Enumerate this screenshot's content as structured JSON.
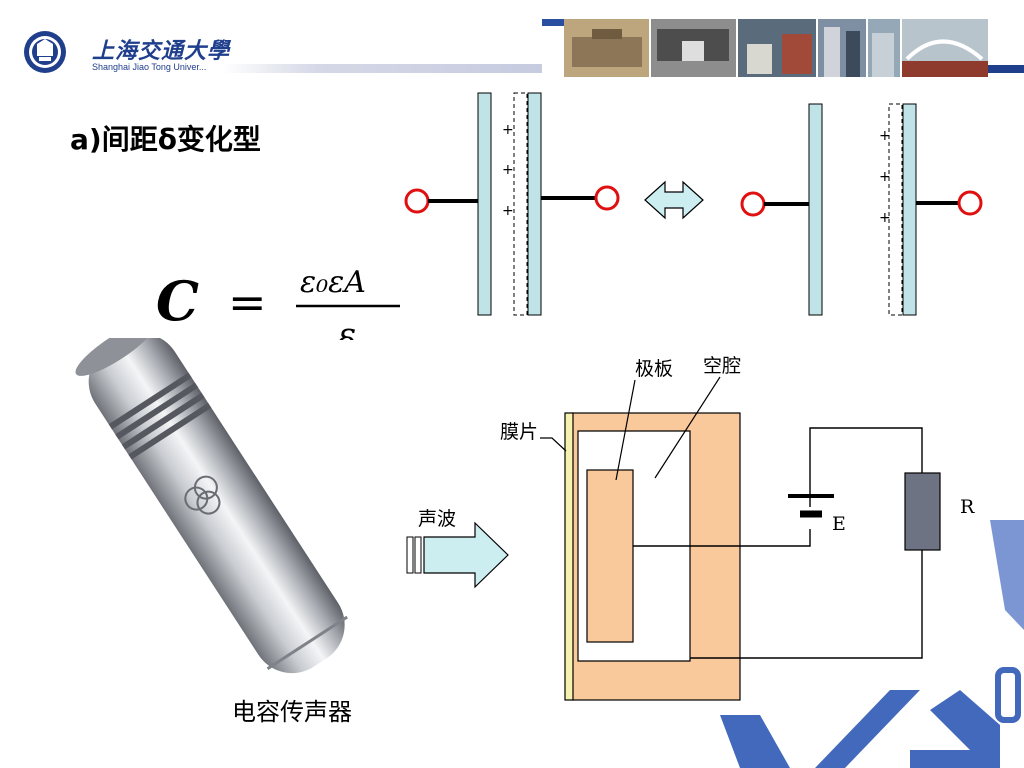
{
  "header": {
    "logo_cn": "上海交通大學",
    "logo_en": "Shanghai Jiao Tong Univer..."
  },
  "section": {
    "title": "a)间距δ变化型"
  },
  "formula": {
    "lhs": "C",
    "eq": "=",
    "numerator": "ε₀εA",
    "denominator": "δ"
  },
  "plate_diagram": {
    "charge_sign": "+"
  },
  "microphone": {
    "caption": "电容传声器"
  },
  "schematic": {
    "label_plate": "极板",
    "label_cavity": "空腔",
    "label_diaphragm": "膜片",
    "label_sound_wave": "声波",
    "label_battery": "E",
    "label_resistor": "R"
  },
  "colors": {
    "brand_blue": "#1f3e8c",
    "plate_fill": "#bfe3e6",
    "terminal_red": "#e01010",
    "housing_orange": "#f9c99b",
    "diaphragm_yellow": "#f7f1b0",
    "resistor_gray": "#6e7383",
    "arrow_fill": "#cdeef0"
  }
}
